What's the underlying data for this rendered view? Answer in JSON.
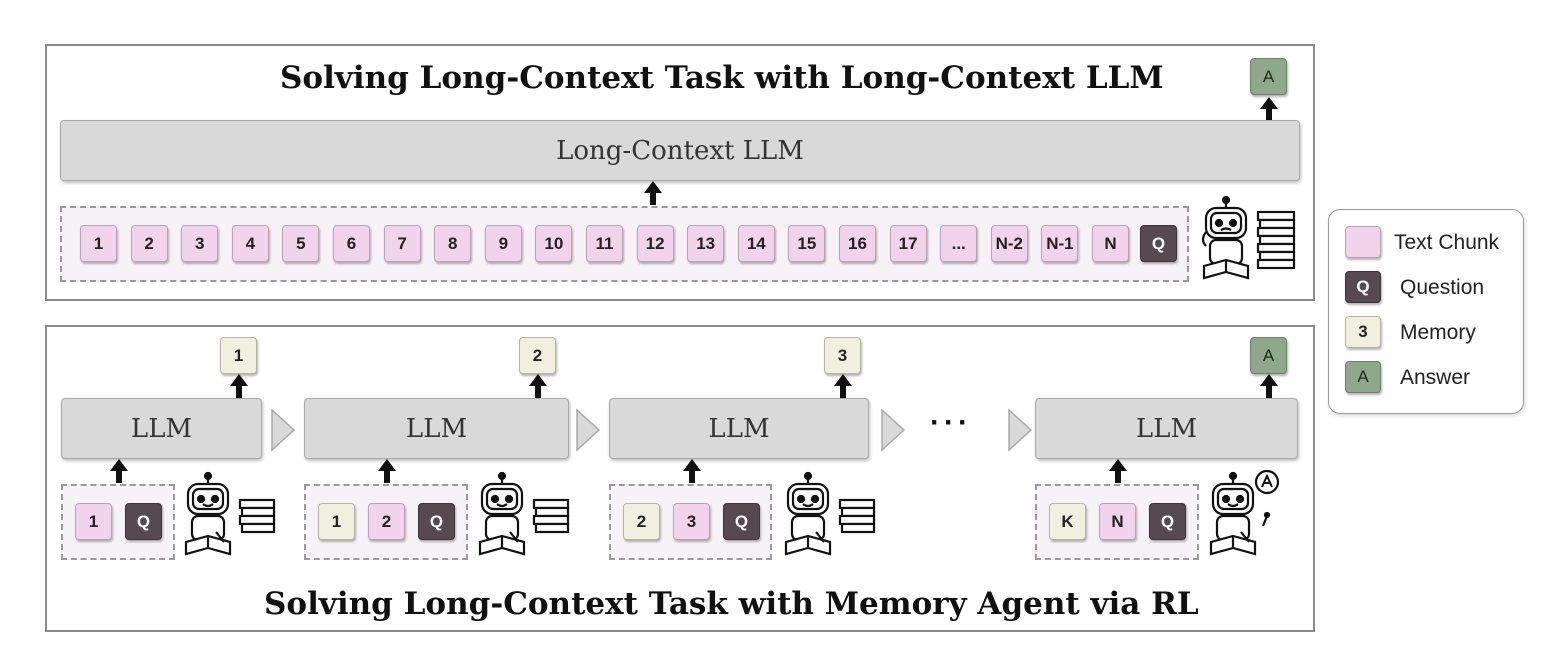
{
  "top_panel": {
    "title": "Solving Long-Context Task with Long-Context LLM",
    "llm_label": "Long-Context LLM",
    "chunks": [
      "1",
      "2",
      "3",
      "4",
      "5",
      "6",
      "7",
      "8",
      "9",
      "10",
      "11",
      "12",
      "13",
      "14",
      "15",
      "16",
      "17",
      "...",
      "N-2",
      "N-1",
      "N"
    ],
    "question": "Q",
    "answer": "A"
  },
  "bottom_panel": {
    "title": "Solving Long-Context Task with Memory Agent via RL",
    "ellipsis": "···",
    "steps": [
      {
        "llm_label": "LLM",
        "output": "1",
        "output_kind": "memory",
        "inputs": [
          {
            "label": "1",
            "kind": "text-chunk"
          },
          {
            "label": "Q",
            "kind": "question"
          }
        ]
      },
      {
        "llm_label": "LLM",
        "output": "2",
        "output_kind": "memory",
        "inputs": [
          {
            "label": "1",
            "kind": "memory"
          },
          {
            "label": "2",
            "kind": "text-chunk"
          },
          {
            "label": "Q",
            "kind": "question"
          }
        ]
      },
      {
        "llm_label": "LLM",
        "output": "3",
        "output_kind": "memory",
        "inputs": [
          {
            "label": "2",
            "kind": "memory"
          },
          {
            "label": "3",
            "kind": "text-chunk"
          },
          {
            "label": "Q",
            "kind": "question"
          }
        ]
      },
      {
        "llm_label": "LLM",
        "output": "A",
        "output_kind": "answer",
        "inputs": [
          {
            "label": "K",
            "kind": "memory"
          },
          {
            "label": "N",
            "kind": "text-chunk"
          },
          {
            "label": "Q",
            "kind": "question"
          }
        ]
      }
    ]
  },
  "legend": {
    "items": [
      {
        "symbol": "",
        "label": "Text Chunk",
        "kind": "text-chunk"
      },
      {
        "symbol": "Q",
        "label": "Question",
        "kind": "question"
      },
      {
        "symbol": "3",
        "label": "Memory",
        "kind": "memory"
      },
      {
        "symbol": "A",
        "label": "Answer",
        "kind": "answer"
      }
    ]
  },
  "colors": {
    "text_chunk": "#f2d3ec",
    "question": "#564a50",
    "memory": "#f1f0e0",
    "answer": "#8fa88c",
    "llm_block": "#d9d9d9"
  },
  "icons": {
    "reader_robot": "robot-reading-icon",
    "confused_robot": "robot-confused-icon",
    "happy_robot": "robot-answer-icon",
    "book_stack": "book-stack-icon"
  }
}
